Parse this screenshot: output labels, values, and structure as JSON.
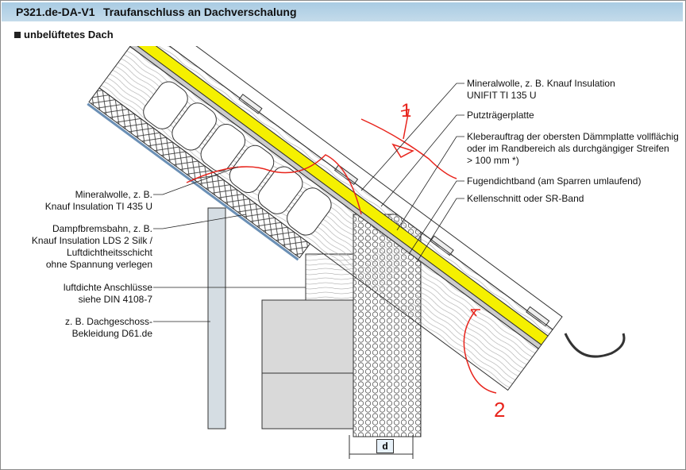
{
  "header": {
    "code": "P321.de-DA-V1",
    "title": "Traufanschluss an Dachverschalung"
  },
  "subtitle": "unbelüftetes Dach",
  "labels_right": [
    [
      "Mineralwolle, z. B. Knauf Insulation",
      "UNIFIT TI 135 U"
    ],
    [
      "Putzträgerplatte"
    ],
    [
      "Kleberauftrag der obersten Dämmplatte vollflächig",
      "oder im Randbereich als durchgängiger Streifen",
      "> 100 mm *)"
    ],
    [
      "Fugendichtband (am Sparren umlaufend)"
    ],
    [
      "Kellenschnitt oder SR-Band"
    ]
  ],
  "labels_left": [
    [
      "Mineralwolle, z. B.",
      "Knauf Insulation TI 435 U"
    ],
    [
      "Dampfbremsbahn, z. B.",
      "Knauf Insulation LDS 2 Silk /",
      "Luftdichtheitsschicht",
      "ohne Spannung verlegen"
    ],
    [
      "luftdichte Anschlüsse",
      "siehe DIN 4108-7"
    ],
    [
      "z. B. Dachgeschoss-",
      "Bekleidung D61.de"
    ]
  ],
  "dimension": "d",
  "annotations": {
    "one": "1",
    "two": "2"
  },
  "colors": {
    "header": "#b4d2e7",
    "highlight": "#f5f000",
    "annotation": "#e8241c"
  }
}
